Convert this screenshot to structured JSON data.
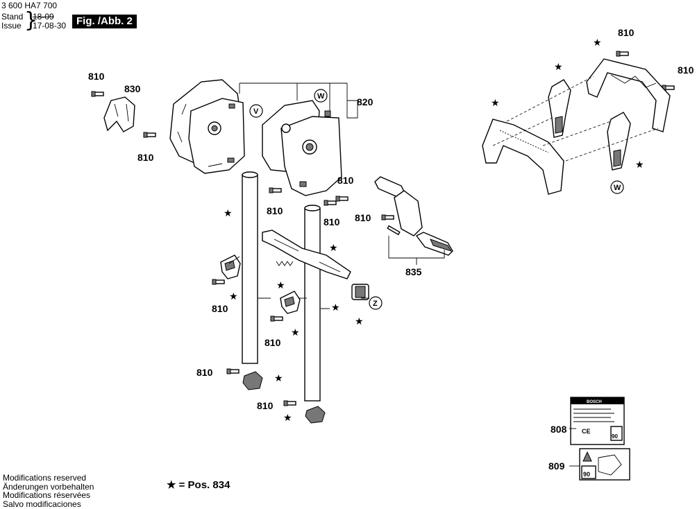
{
  "header": {
    "doc_number": "3 600 HA7 700",
    "stand_label": "Stand",
    "issue_label": "Issue",
    "old_date": "18-09",
    "new_date": "17-08-30",
    "figure_label": "Fig. /Abb. 2"
  },
  "callouts": {
    "p810": "810",
    "p820": "820",
    "p830": "830",
    "p835": "835",
    "p808": "808",
    "p809": "809"
  },
  "markers": {
    "v": "V",
    "w": "W",
    "z": "Z",
    "star": "★"
  },
  "footer": {
    "notes": [
      "Modifications reserved",
      "Änderungen vorbehalten",
      "Modifications réservées",
      "Salvo modificaciones"
    ],
    "legend": "★ = Pos. 834"
  },
  "label_808": {
    "brand": "BOSCH",
    "age": "90",
    "ce": "CE"
  },
  "label_809": {
    "age": "90"
  }
}
